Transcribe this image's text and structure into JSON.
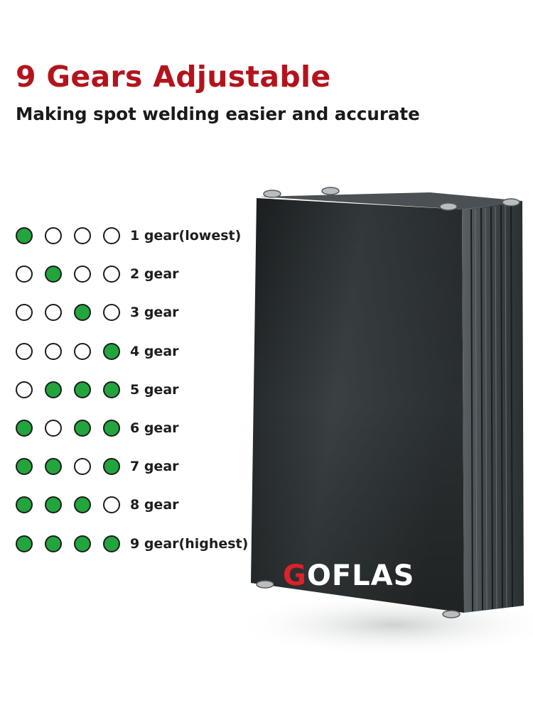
{
  "header": {
    "title": "9 Gears Adjustable",
    "subtitle": "Making spot welding easier and accurate"
  },
  "colors": {
    "title": "#b3141c",
    "indicator_on": "#22a53d",
    "indicator_off": "#ffffff",
    "device_body": "#2f3537",
    "brand_accent": "#e0202a"
  },
  "gears": [
    {
      "label": "1 gear(lowest)",
      "indicators": [
        1,
        0,
        0,
        0
      ]
    },
    {
      "label": "2 gear",
      "indicators": [
        0,
        1,
        0,
        0
      ]
    },
    {
      "label": "3 gear",
      "indicators": [
        0,
        0,
        1,
        0
      ]
    },
    {
      "label": "4 gear",
      "indicators": [
        0,
        0,
        0,
        1
      ]
    },
    {
      "label": "5 gear",
      "indicators": [
        0,
        1,
        1,
        1
      ]
    },
    {
      "label": "6 gear",
      "indicators": [
        1,
        0,
        1,
        1
      ]
    },
    {
      "label": "7 gear",
      "indicators": [
        1,
        1,
        0,
        1
      ]
    },
    {
      "label": "8 gear",
      "indicators": [
        1,
        1,
        1,
        0
      ]
    },
    {
      "label": "9 gear(highest)",
      "indicators": [
        1,
        1,
        1,
        1
      ]
    }
  ],
  "device": {
    "brand_first": "G",
    "brand_rest": "OFLAS"
  }
}
